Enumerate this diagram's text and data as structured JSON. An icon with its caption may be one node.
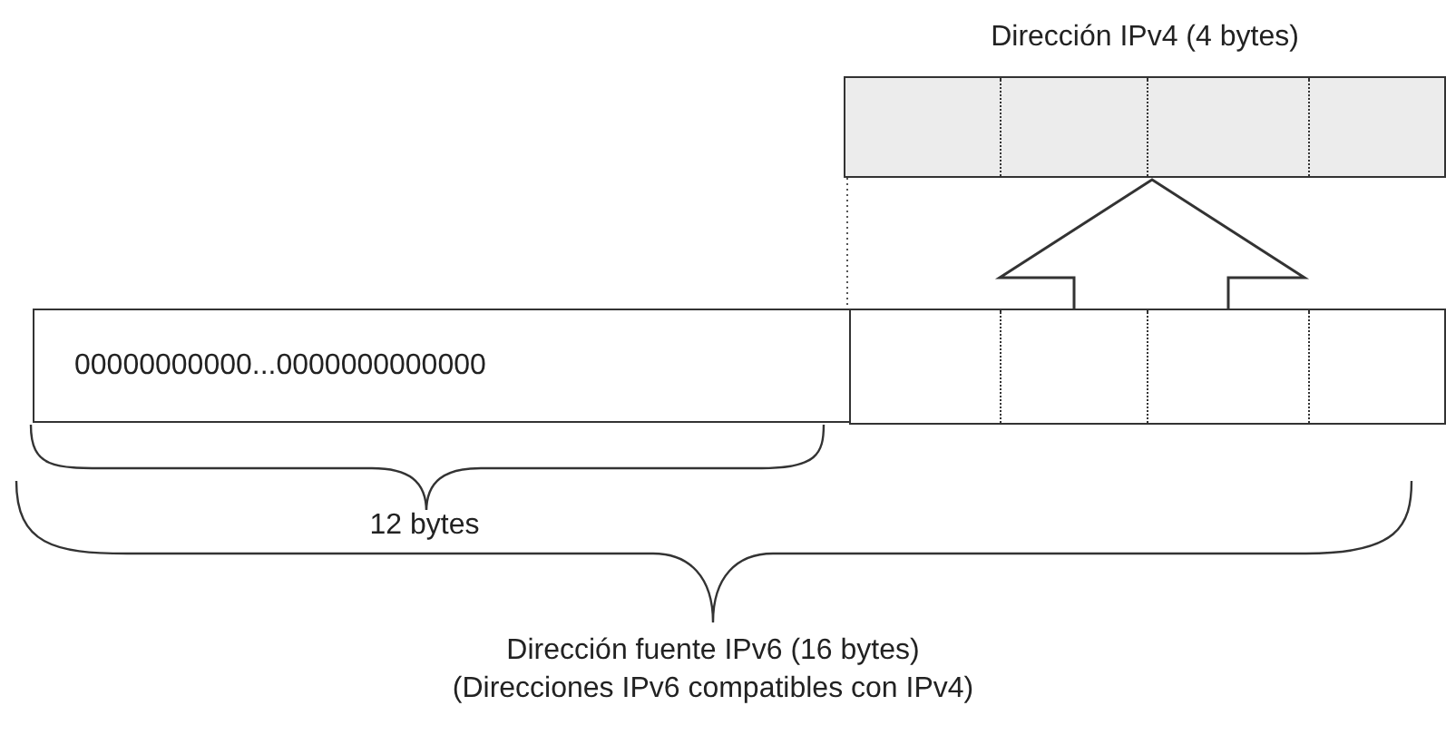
{
  "diagram": {
    "nodes": [
      {
        "text": [
          "Dirección IPv4 (4 bytes)"
        ]
      },
      {
        "text": [
          "00000000000...0000000000000"
        ]
      },
      {
        "text": [],
        "shape": "box"
      }
    ],
    "edges": [
      {
        "from": 2,
        "to": 0,
        "arrow": "to"
      }
    ],
    "labels": [
      "12 bytes",
      "Dirección fuente IPv6 (16 bytes)",
      "(Direcciones IPv6 compatibles con IPv4)"
    ]
  }
}
